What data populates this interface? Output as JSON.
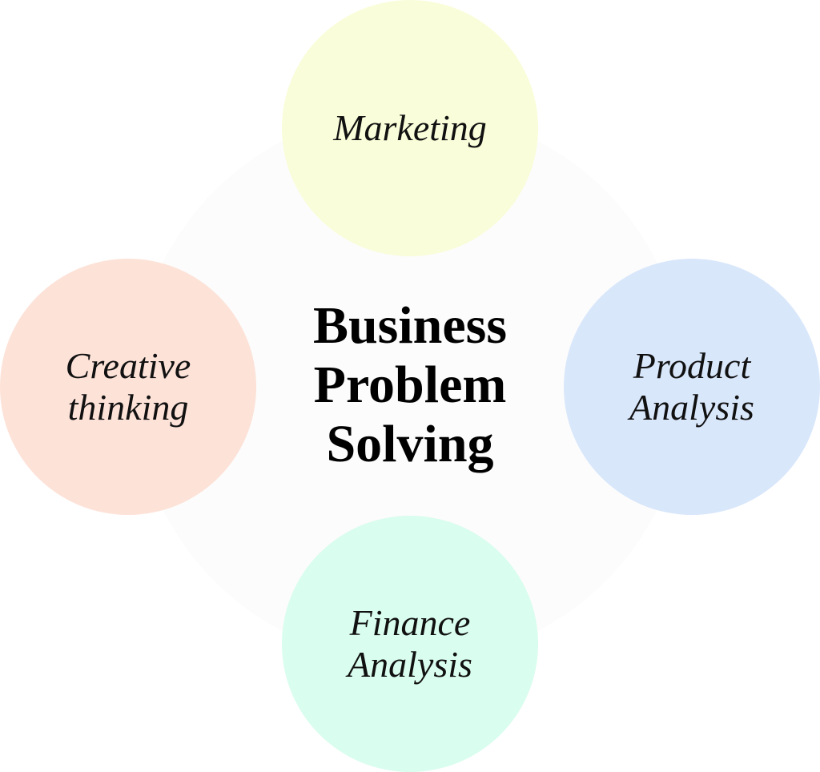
{
  "center": {
    "lines": [
      "Business",
      "Problem",
      "Solving"
    ],
    "color": "#fcfcfc"
  },
  "nodes": [
    {
      "lines": [
        "Marketing"
      ],
      "color": "#fafdd9"
    },
    {
      "lines": [
        "Creative",
        "thinking"
      ],
      "color": "#fde2d8"
    },
    {
      "lines": [
        "Product",
        "Analysis"
      ],
      "color": "#d9e7fb"
    },
    {
      "lines": [
        "Finance",
        "Analysis"
      ],
      "color": "#d9fdee"
    }
  ]
}
